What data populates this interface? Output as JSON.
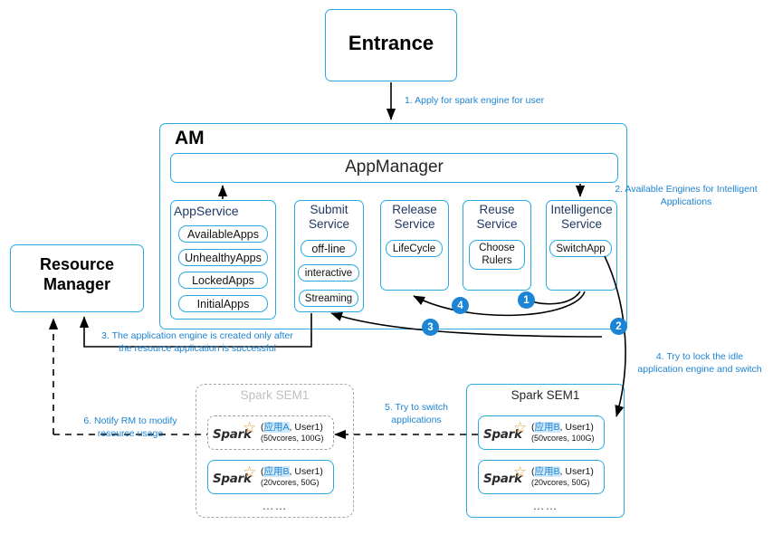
{
  "diagram": {
    "entrance": {
      "label": "Entrance"
    },
    "am": {
      "title": "AM",
      "appmanager": {
        "label": "AppManager"
      },
      "services": [
        {
          "title": "AppService",
          "items": [
            "AvailableApps",
            "UnhealthyApps",
            "LockedApps",
            "InitialApps"
          ]
        },
        {
          "title": "Submit\nService",
          "items": [
            "off-line",
            "interactive",
            "Streaming"
          ]
        },
        {
          "title": "Release\nService",
          "items": [
            "LifeCycle"
          ]
        },
        {
          "title": "Reuse\nService",
          "items": [
            "Choose\nRulers"
          ]
        },
        {
          "title": "Intelligence\nService",
          "items": [
            "SwitchApp"
          ]
        }
      ]
    },
    "resource_manager": {
      "label": "Resource\nManager"
    },
    "sem_left": {
      "title": "Spark SEM1",
      "ellipsis": "……",
      "engines": [
        {
          "logo": "Spark",
          "cjk": "应用A",
          "user": "User1",
          "resources": "(50vcores, 100G)"
        },
        {
          "logo": "Spark",
          "cjk": "应用B",
          "user": "User1",
          "resources": "(20vcores, 50G)"
        }
      ]
    },
    "sem_right": {
      "title": "Spark SEM1",
      "ellipsis": "……",
      "engines": [
        {
          "logo": "Spark",
          "cjk": "应用B",
          "user": "User1",
          "resources": "(50vcores, 100G)"
        },
        {
          "logo": "Spark",
          "cjk": "应用B",
          "user": "User1",
          "resources": "(20vcores, 50G)"
        }
      ]
    },
    "annotations": [
      {
        "id": "a1",
        "text": "1. Apply for spark engine for user"
      },
      {
        "id": "a2",
        "text": "2. Available Engines for Intelligent\nApplications"
      },
      {
        "id": "a3",
        "text": "3. The application engine is created only after\nthe resource application is successful"
      },
      {
        "id": "a4",
        "text": "4. Try to lock the idle\napplication engine and switch"
      },
      {
        "id": "a5",
        "text": "5. Try to switch\napplications"
      },
      {
        "id": "a6",
        "text": "6. Notify RM to modify\nresource usage"
      }
    ],
    "step_badges": [
      "1",
      "2",
      "3",
      "4"
    ],
    "colors": {
      "accent": "#29ABE2",
      "annotation": "#1C84D4",
      "title": "#1F3864",
      "spark_star": "#E8A33D",
      "ghost": "#BFBFBF"
    }
  }
}
